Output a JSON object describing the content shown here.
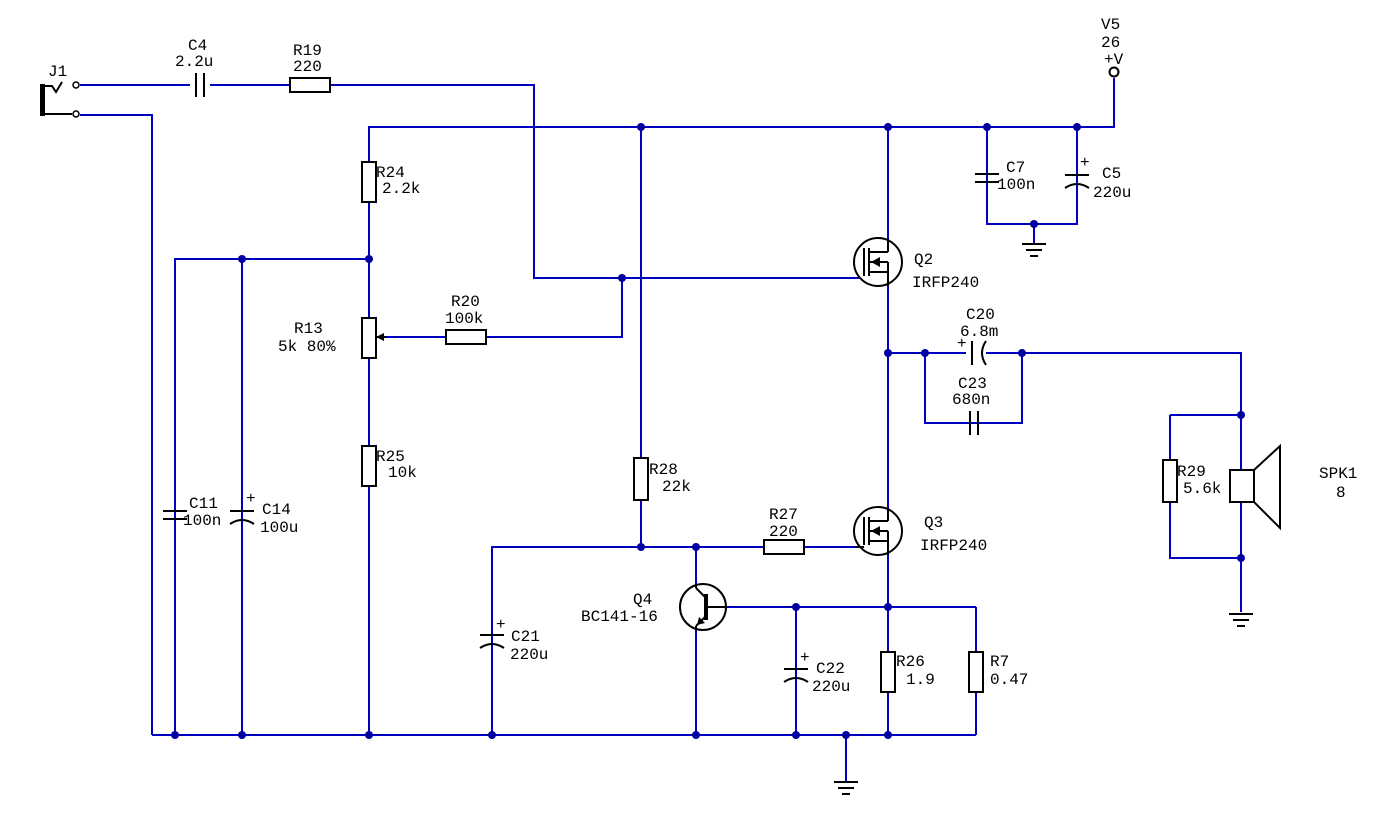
{
  "components": {
    "J1": {
      "ref": "J1"
    },
    "C4": {
      "ref": "C4",
      "value": "2.2u"
    },
    "R19": {
      "ref": "R19",
      "value": "220"
    },
    "V5": {
      "ref": "V5",
      "value": "26",
      "terminal": "+V"
    },
    "R24": {
      "ref": "R24",
      "value": "2.2k"
    },
    "C7": {
      "ref": "C7",
      "value": "100n"
    },
    "C5": {
      "ref": "C5",
      "value": "220u"
    },
    "Q2": {
      "ref": "Q2",
      "value": "IRFP240"
    },
    "R13": {
      "ref": "R13",
      "value": "5k 80%"
    },
    "R20": {
      "ref": "R20",
      "value": "100k"
    },
    "C20": {
      "ref": "C20",
      "value": "6.8m"
    },
    "C23": {
      "ref": "C23",
      "value": "680n"
    },
    "R25": {
      "ref": "R25",
      "value": "10k"
    },
    "R28": {
      "ref": "R28",
      "value": "22k"
    },
    "C11": {
      "ref": "C11",
      "value": "100n"
    },
    "C14": {
      "ref": "C14",
      "value": "100u"
    },
    "R29": {
      "ref": "R29",
      "value": "5.6k"
    },
    "SPK1": {
      "ref": "SPK1",
      "value": "8"
    },
    "R27": {
      "ref": "R27",
      "value": "220"
    },
    "Q3": {
      "ref": "Q3",
      "value": "IRFP240"
    },
    "Q4": {
      "ref": "Q4",
      "value": "BC141-16"
    },
    "C21": {
      "ref": "C21",
      "value": "220u"
    },
    "C22": {
      "ref": "C22",
      "value": "220u"
    },
    "R26": {
      "ref": "R26",
      "value": "1.9"
    },
    "R7": {
      "ref": "R7",
      "value": "0.47"
    }
  },
  "polarity_mark": "+",
  "colors": {
    "wire": "#0000c0",
    "junction": "#0000a0",
    "component": "#000000",
    "background": "#ffffff"
  }
}
